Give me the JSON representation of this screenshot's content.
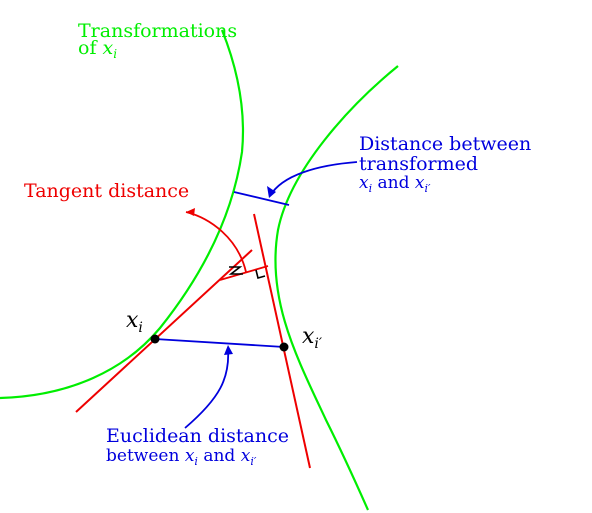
{
  "colors": {
    "curve": "#00ee00",
    "tangent": "#ee0000",
    "distance": "#0000dd",
    "point": "#000000",
    "background": "#ffffff"
  },
  "labels": {
    "transformations_line1": "Transformations",
    "transformations_line2_prefix": "of ",
    "transformations_var": "x",
    "transformations_sub": "i",
    "tangent_distance": "Tangent distance",
    "dist_between_line1": "Distance between",
    "dist_between_line2": "transformed",
    "dist_between_var1": "x",
    "dist_between_sub1": "i",
    "dist_between_and": " and ",
    "dist_between_var2": "x",
    "dist_between_sub2": "i′",
    "euclid_line1": "Euclidean distance",
    "euclid_line2_prefix": "between ",
    "euclid_var1": "x",
    "euclid_sub1": "i",
    "euclid_and": " and ",
    "euclid_var2": "x",
    "euclid_sub2": "i′",
    "point_xi_var": "x",
    "point_xi_sub": "i",
    "point_xip_var": "x",
    "point_xip_sub": "i′"
  }
}
